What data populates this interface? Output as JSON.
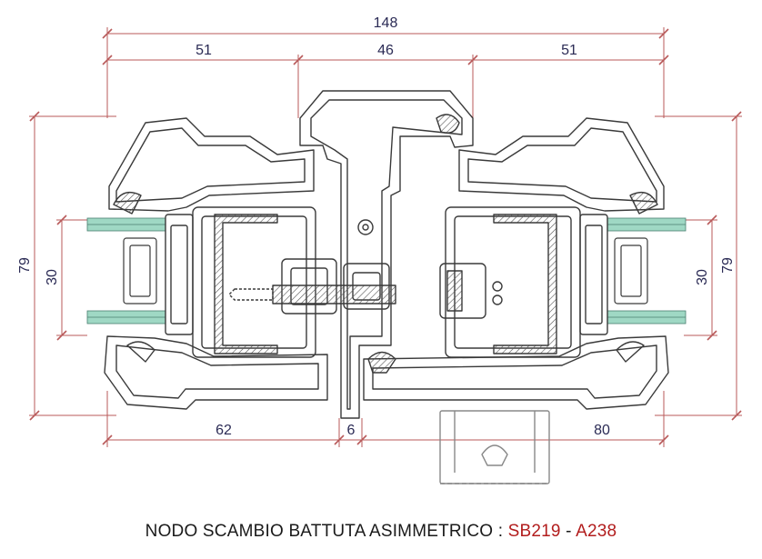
{
  "dimensions": {
    "overall_width": "148",
    "left_width": "51",
    "middle_width": "46",
    "right_width": "51",
    "left_height": "79",
    "left_glass": "30",
    "right_glass": "30",
    "right_height": "79",
    "bottom_left": "62",
    "bottom_gap": "6",
    "bottom_right": "80"
  },
  "caption": {
    "prefix": "NODO SCAMBIO BATTUTA ASIMMETRICO : ",
    "code1": "SB219",
    "separator": " - ",
    "code2": "A238"
  },
  "colors": {
    "outline": "#3a3a3a",
    "dimension_line": "#b85a5a",
    "glass": "#9fd8c4",
    "hatch": "#555555",
    "caption_code": "#b21d1d"
  }
}
